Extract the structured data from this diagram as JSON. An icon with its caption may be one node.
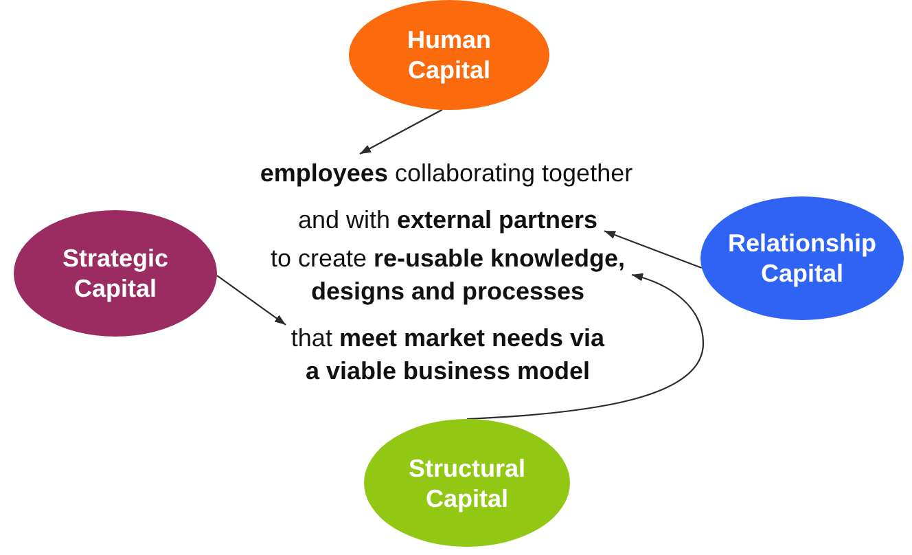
{
  "diagram": {
    "nodes": [
      {
        "text": [
          "Human Capital"
        ]
      },
      {
        "text": [
          "**employees** collaborating together"
        ]
      },
      {
        "text": [
          "and with **external partners**"
        ]
      },
      {
        "text": [
          "Strategic Capital"
        ]
      },
      {
        "text": [
          "to create **re-usable knowledge, designs and processes**"
        ]
      },
      {
        "text": [
          "Relationship Capital"
        ]
      },
      {
        "text": [
          "that **meet market needs via a viable business model**"
        ]
      },
      {
        "text": [
          "Structural Capital"
        ]
      }
    ],
    "edges": [
      {
        "from": 0,
        "to": 1,
        "arrow": "to"
      },
      {
        "from": 5,
        "to": 2,
        "arrow": "to"
      },
      {
        "from": 3,
        "to": 6,
        "arrow": "to"
      },
      {
        "from": 7,
        "to": 4,
        "arrow": "to"
      }
    ]
  }
}
